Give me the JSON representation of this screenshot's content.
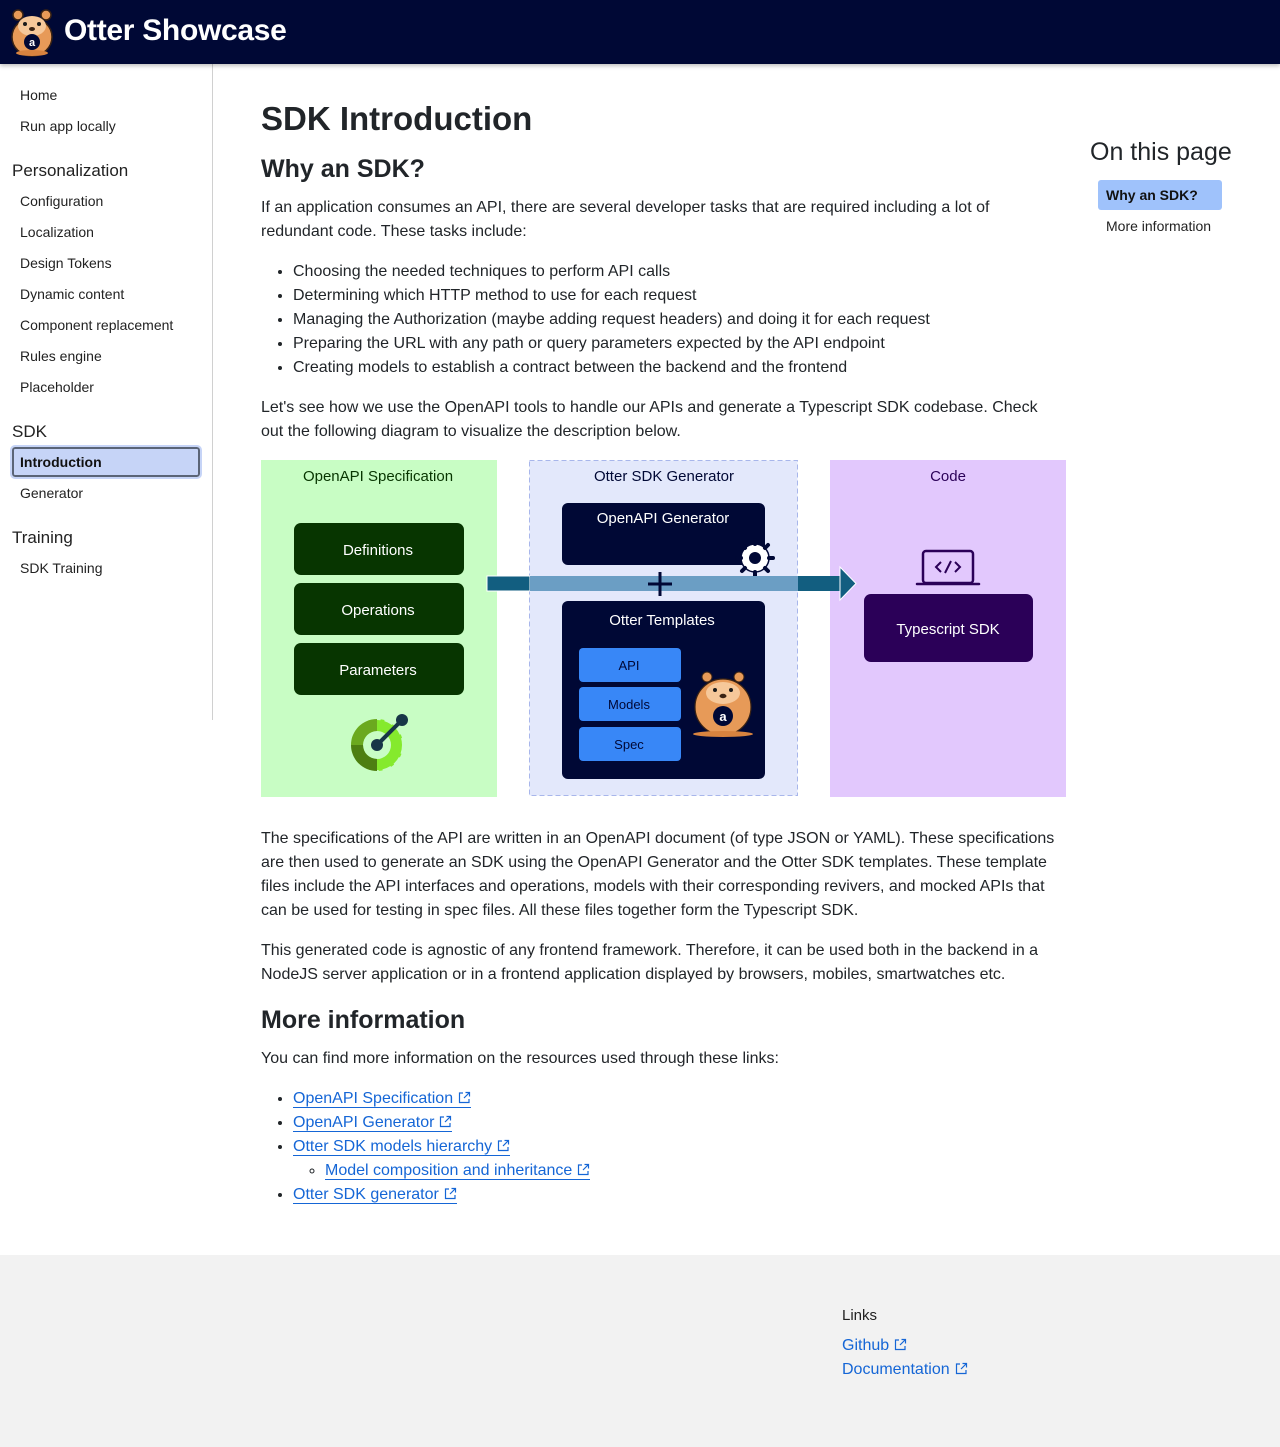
{
  "header": {
    "title": "Otter Showcase"
  },
  "sidebar": {
    "top_items": [
      "Home",
      "Run app locally"
    ],
    "sections": [
      {
        "label": "Personalization",
        "items": [
          "Configuration",
          "Localization",
          "Design Tokens",
          "Dynamic content",
          "Component replacement",
          "Rules engine",
          "Placeholder"
        ]
      },
      {
        "label": "SDK",
        "items": [
          "Introduction",
          "Generator"
        ],
        "active": "Introduction"
      },
      {
        "label": "Training",
        "items": [
          "SDK Training"
        ]
      }
    ]
  },
  "main": {
    "title": "SDK Introduction",
    "why_heading": "Why an SDK?",
    "intro": "If an application consumes an API, there are several developer tasks that are required including a lot of redundant code. These tasks include:",
    "tasks": [
      "Choosing the needed techniques to perform API calls",
      "Determining which HTTP method to use for each request",
      "Managing the Authorization (maybe adding request headers) and doing it for each request",
      "Preparing the URL with any path or query parameters expected by the API endpoint",
      "Creating models to establish a contract between the backend and the frontend"
    ],
    "lead": "Let's see how we use the OpenAPI tools to handle our APIs and generate a Typescript SDK codebase. Check out the following diagram to visualize the description below.",
    "spec_paragraph": "The specifications of the API are written in an OpenAPI document (of type JSON or YAML). These specifications are then used to generate an SDK using the OpenAPI Generator and the Otter SDK templates. These template files include the API interfaces and operations, models with their corresponding revivers, and mocked APIs that can be used for testing in spec files. All these files together form the Typescript SDK.",
    "agnostic_paragraph": "This generated code is agnostic of any frontend framework. Therefore, it can be used both in the backend in a NodeJS server application or in a frontend application displayed by browsers, mobiles, smartwatches etc.",
    "more_heading": "More information",
    "more_intro": "You can find more information on the resources used through these links:",
    "links": {
      "openapi_spec": "OpenAPI Specification",
      "openapi_generator": "OpenAPI Generator",
      "models_hierarchy": "Otter SDK models hierarchy",
      "model_composition": "Model composition and inheritance",
      "sdk_generator": "Otter SDK generator"
    }
  },
  "diagram": {
    "spec_panel": {
      "title": "OpenAPI Specification",
      "boxes": [
        "Definitions",
        "Operations",
        "Parameters"
      ]
    },
    "generator_panel": {
      "title": "Otter SDK Generator",
      "generator_box": "OpenAPI Generator",
      "templates_title": "Otter Templates",
      "templates": [
        "API",
        "Models",
        "Spec"
      ]
    },
    "code_panel": {
      "title": "Code",
      "output_box": "Typescript SDK"
    },
    "colors": {
      "spec_bg": "#c8fdc4",
      "spec_box": "#073500",
      "gen_bg": "#e3e8fb",
      "gen_box": "#000835",
      "template_box": "#3887f7",
      "code_bg": "#e2c8fd",
      "code_box": "#2b0058",
      "arrow": "#125e80",
      "arrow_light": "#6b9ec4"
    },
    "icons": [
      "openapi-logo-icon",
      "gear-icon",
      "laptop-code-icon",
      "otter-mascot-icon",
      "plus-icon",
      "arrow-right-icon"
    ]
  },
  "toc": {
    "title": "On this page",
    "items": [
      "Why an SDK?",
      "More information"
    ],
    "active": "Why an SDK?"
  },
  "footer": {
    "title": "Links",
    "links": [
      "Github",
      "Documentation"
    ]
  }
}
